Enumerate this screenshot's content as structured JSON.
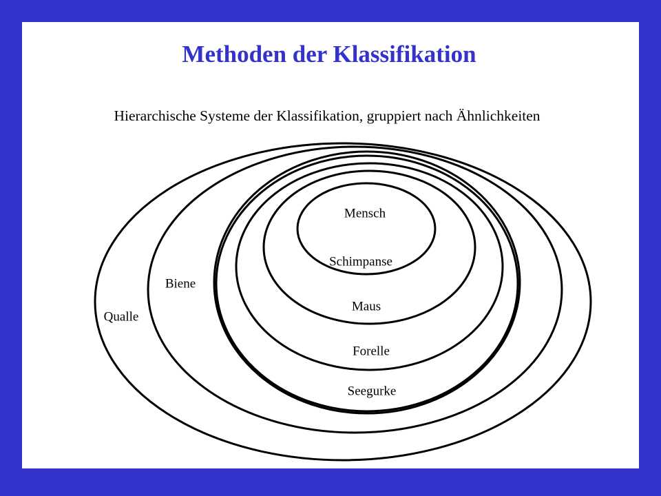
{
  "theme": {
    "accent": "#3333cc",
    "background": "#ffffff"
  },
  "slide": {
    "title": "Methoden der Klassifikation",
    "subtitle": "Hierarchische Systeme der Klassifikation, gruppiert nach Ähnlichkeiten"
  },
  "diagram": {
    "groups": [
      {
        "label": "Mensch"
      },
      {
        "label": "Schimpanse"
      },
      {
        "label": "Maus"
      },
      {
        "label": "Forelle"
      },
      {
        "label": "Seegurke"
      },
      {
        "label": "Biene"
      },
      {
        "label": "Qualle"
      }
    ]
  }
}
